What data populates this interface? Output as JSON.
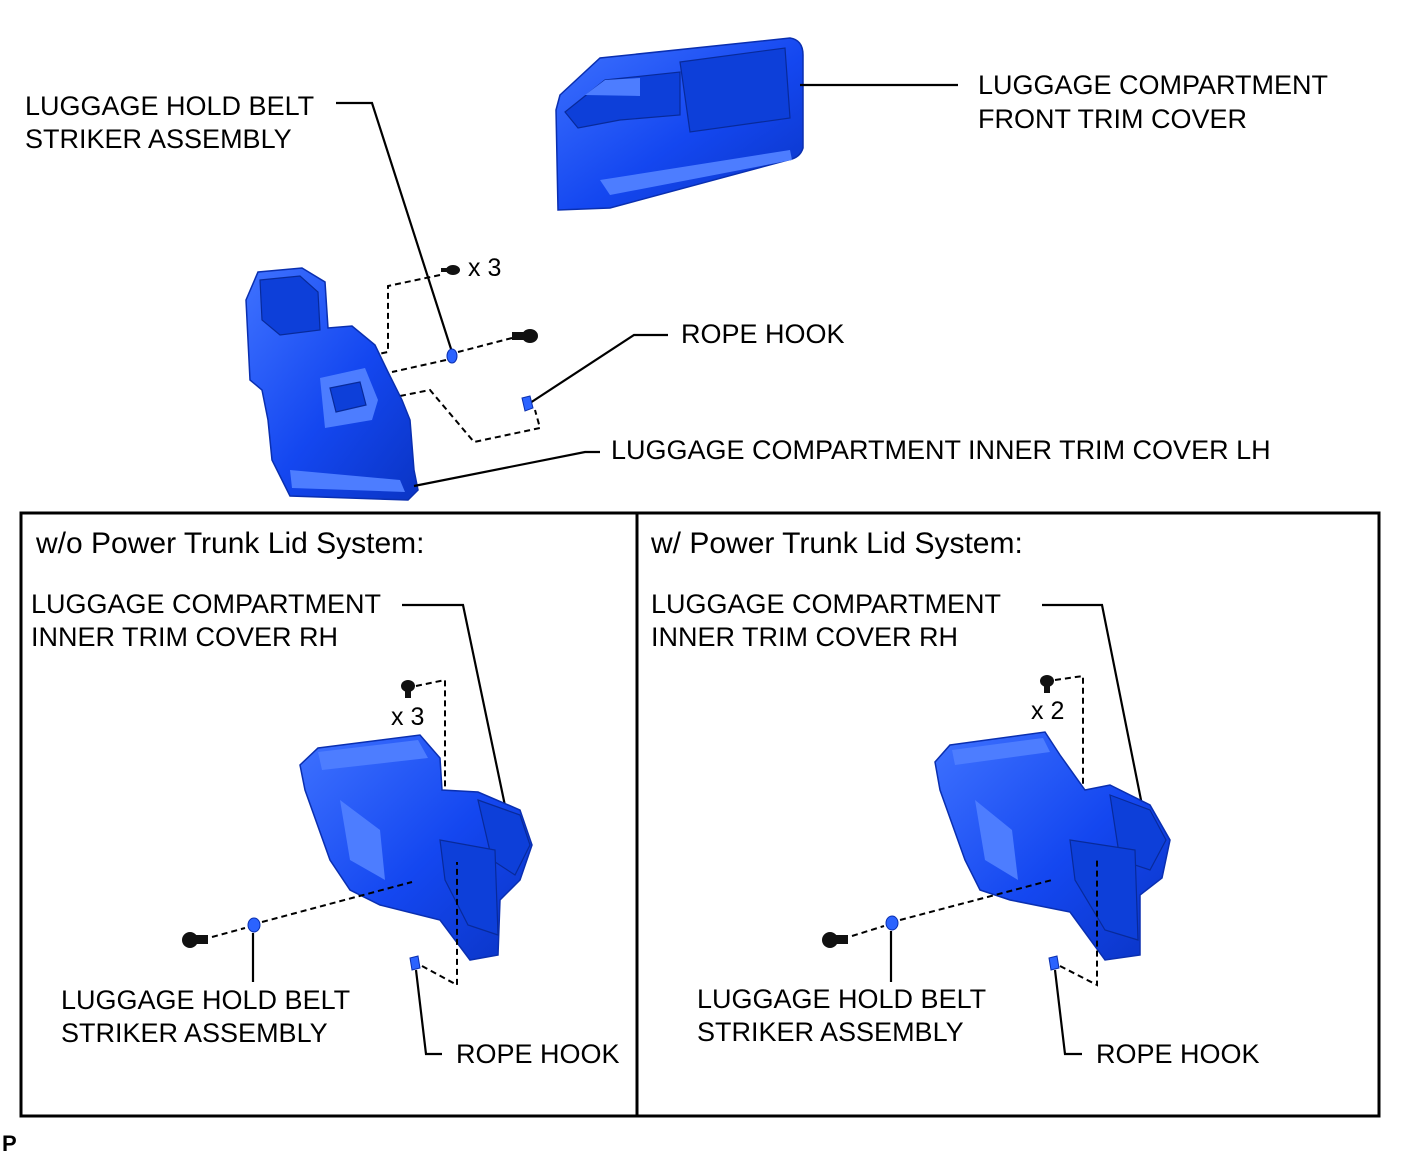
{
  "top": {
    "front_trim_cover_l1": "LUGGAGE COMPARTMENT",
    "front_trim_cover_l2": "FRONT TRIM COVER",
    "belt_striker_l1": "LUGGAGE HOLD BELT",
    "belt_striker_l2": "STRIKER ASSEMBLY",
    "clip_count": "x 3",
    "rope_hook": "ROPE HOOK",
    "inner_trim_lh": "LUGGAGE COMPARTMENT INNER TRIM COVER LH"
  },
  "panel_left": {
    "header": "w/o Power Trunk Lid System:",
    "inner_trim_rh_l1": "LUGGAGE COMPARTMENT",
    "inner_trim_rh_l2": "INNER TRIM COVER RH",
    "clip_count": "x 3",
    "belt_striker_l1": "LUGGAGE HOLD BELT",
    "belt_striker_l2": "STRIKER ASSEMBLY",
    "rope_hook": "ROPE HOOK"
  },
  "panel_right": {
    "header": "w/ Power Trunk Lid System:",
    "inner_trim_rh_l1": "LUGGAGE COMPARTMENT",
    "inner_trim_rh_l2": "INNER TRIM COVER RH",
    "clip_count": "x 2",
    "belt_striker_l1": "LUGGAGE HOLD BELT",
    "belt_striker_l2": "STRIKER ASSEMBLY",
    "rope_hook": "ROPE HOOK"
  },
  "corner_tag": "P",
  "colors": {
    "part_blue": "#1a4dff",
    "part_dark": "#0d3fd9",
    "line": "#000000"
  }
}
